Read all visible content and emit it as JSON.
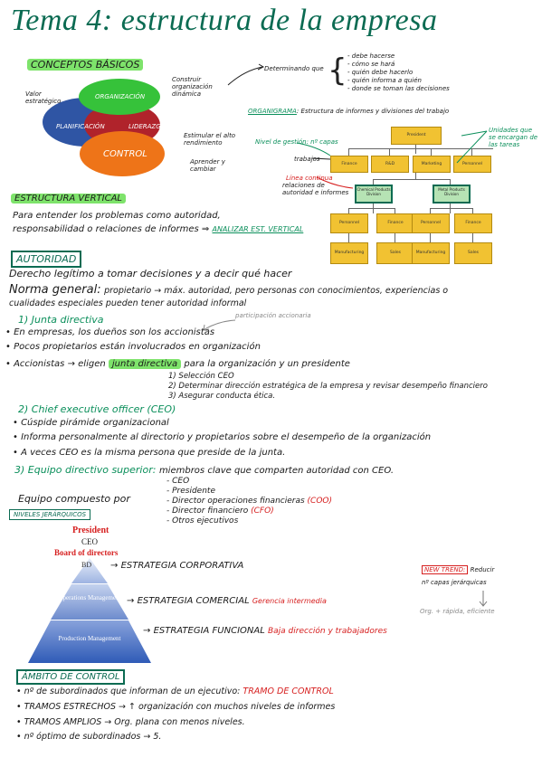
{
  "title": "Tema 4: estructura de la empresa",
  "conceptos": {
    "heading": "CONCEPTOS BÁSICOS",
    "venn": {
      "organizacion": "ORGANIZACIÓN",
      "planificacion": "PLANIFICACIÓN",
      "liderazgo": "LIDERAZGO",
      "control": "CONTROL"
    },
    "notes": {
      "valor": "Valor estratégico",
      "construir": "Construir organización dinámica",
      "estimular": "Estimular el alto rendimiento",
      "aprender": "Aprender y cambiar"
    },
    "determinando": "Determinando que",
    "det_items": [
      "- debe hacerse",
      "- cómo se hará",
      "- quién debe hacerlo",
      "- quién informa a quién",
      "- donde se toman las decisiones"
    ]
  },
  "organigrama": {
    "heading": "ORGANIGRAMA",
    "desc": "Estructura de informes y divisiones del trabajo",
    "nivel": "Nivel de gestión: nº capas",
    "trabajos": "trabajos",
    "unidades": "Unidades que se encargan de las tareas",
    "linea": "Línea continua",
    "relaciones": "relaciones de autoridad e informes",
    "boxes": {
      "president": "President",
      "finance": "Finance",
      "rd": "R&D",
      "marketing": "Marketing",
      "personnel": "Personnel",
      "chemical": "Chemical Products Division",
      "metal": "Metal Products Division",
      "sales": "Sales",
      "manufacturing": "Manufacturing"
    }
  },
  "vertical": {
    "heading": "ESTRUCTURA VERTICAL",
    "line1": "Para entender los problemas como autoridad,",
    "line2": "responsabilidad o relaciones de informes",
    "arrow": "⇒",
    "analizar": "ANALIZAR EST. VERTICAL"
  },
  "autoridad": {
    "heading": "AUTORIDAD",
    "def": "Derecho legítimo a tomar decisiones y a decir qué hacer",
    "norma_label": "Norma general:",
    "norma_text": "propietario → máx. autoridad, pero personas con conocimientos, experiencias o",
    "norma_text2": "cualidades especiales pueden tener autoridad informal"
  },
  "junta": {
    "heading": "1) Junta directiva",
    "participacion": "participación accionaria",
    "items": [
      "• En empresas, los dueños son los accionistas",
      "• Pocos propietarios están involucrados en organización",
      "• Accionistas → eligen"
    ],
    "junta_hl": "junta directiva",
    "para": "para la organización y un presidente",
    "sub": [
      "1) Selección CEO",
      "2) Determinar dirección estratégica de la empresa y revisar desempeño financiero",
      "3) Asegurar conducta ética."
    ]
  },
  "ceo": {
    "heading": "2) Chief executive officer (CEO)",
    "items": [
      "• Cúspide pirámide organizacional",
      "• Informa personalmente al directorio y propietarios sobre el desempeño de la organización",
      "• A veces CEO es la misma persona que preside de la junta."
    ]
  },
  "equipo": {
    "heading": "3) Equipo directivo superior:",
    "desc": "miembros clave que comparten autoridad con CEO.",
    "compuesto": "Equipo compuesto por",
    "members": [
      "- CEO",
      "- Presidente",
      "- Director operaciones financieras",
      "- Director financiero",
      "- Otros ejecutivos"
    ],
    "coo": "(COO)",
    "cfo": "(CFO)"
  },
  "niveles": {
    "heading": "NIVELES JERÁRQUICOS",
    "president": "President",
    "ceo": "CEO",
    "board": "Board of directors",
    "bd": "BD",
    "operations": "Operations Management",
    "production": "Production Management",
    "estrategia_corp": "ESTRATEGIA CORPORATIVA",
    "estrategia_com": "ESTRATEGIA COMERCIAL",
    "gerencia": "Gerencia intermedia",
    "estrategia_func": "ESTRATEGIA FUNCIONAL",
    "baja": "Baja dirección y trabajadores",
    "new_trend": "NEW TREND:",
    "reducir": "Reducir",
    "capas": "nº capas jerárquicas",
    "org_plana": "Org. + rápida, eficiente"
  },
  "ambito": {
    "heading": "ÁMBITO DE CONTROL",
    "items": [
      "• nº de subordinados que informan de un ejecutivo:",
      "• TRAMOS ESTRECHOS → ↑ organización con muchos niveles de informes",
      "• TRAMOS AMPLIOS → Org. plana con menos niveles.",
      "• nº óptimo de subordinados → 5."
    ],
    "tramo": "TRAMO DE CONTROL"
  },
  "colors": {
    "green_dark": "#0b6b52",
    "green_hl": "#7ee36b",
    "red": "#d61f1f",
    "org_yellow": "#f1c232"
  }
}
